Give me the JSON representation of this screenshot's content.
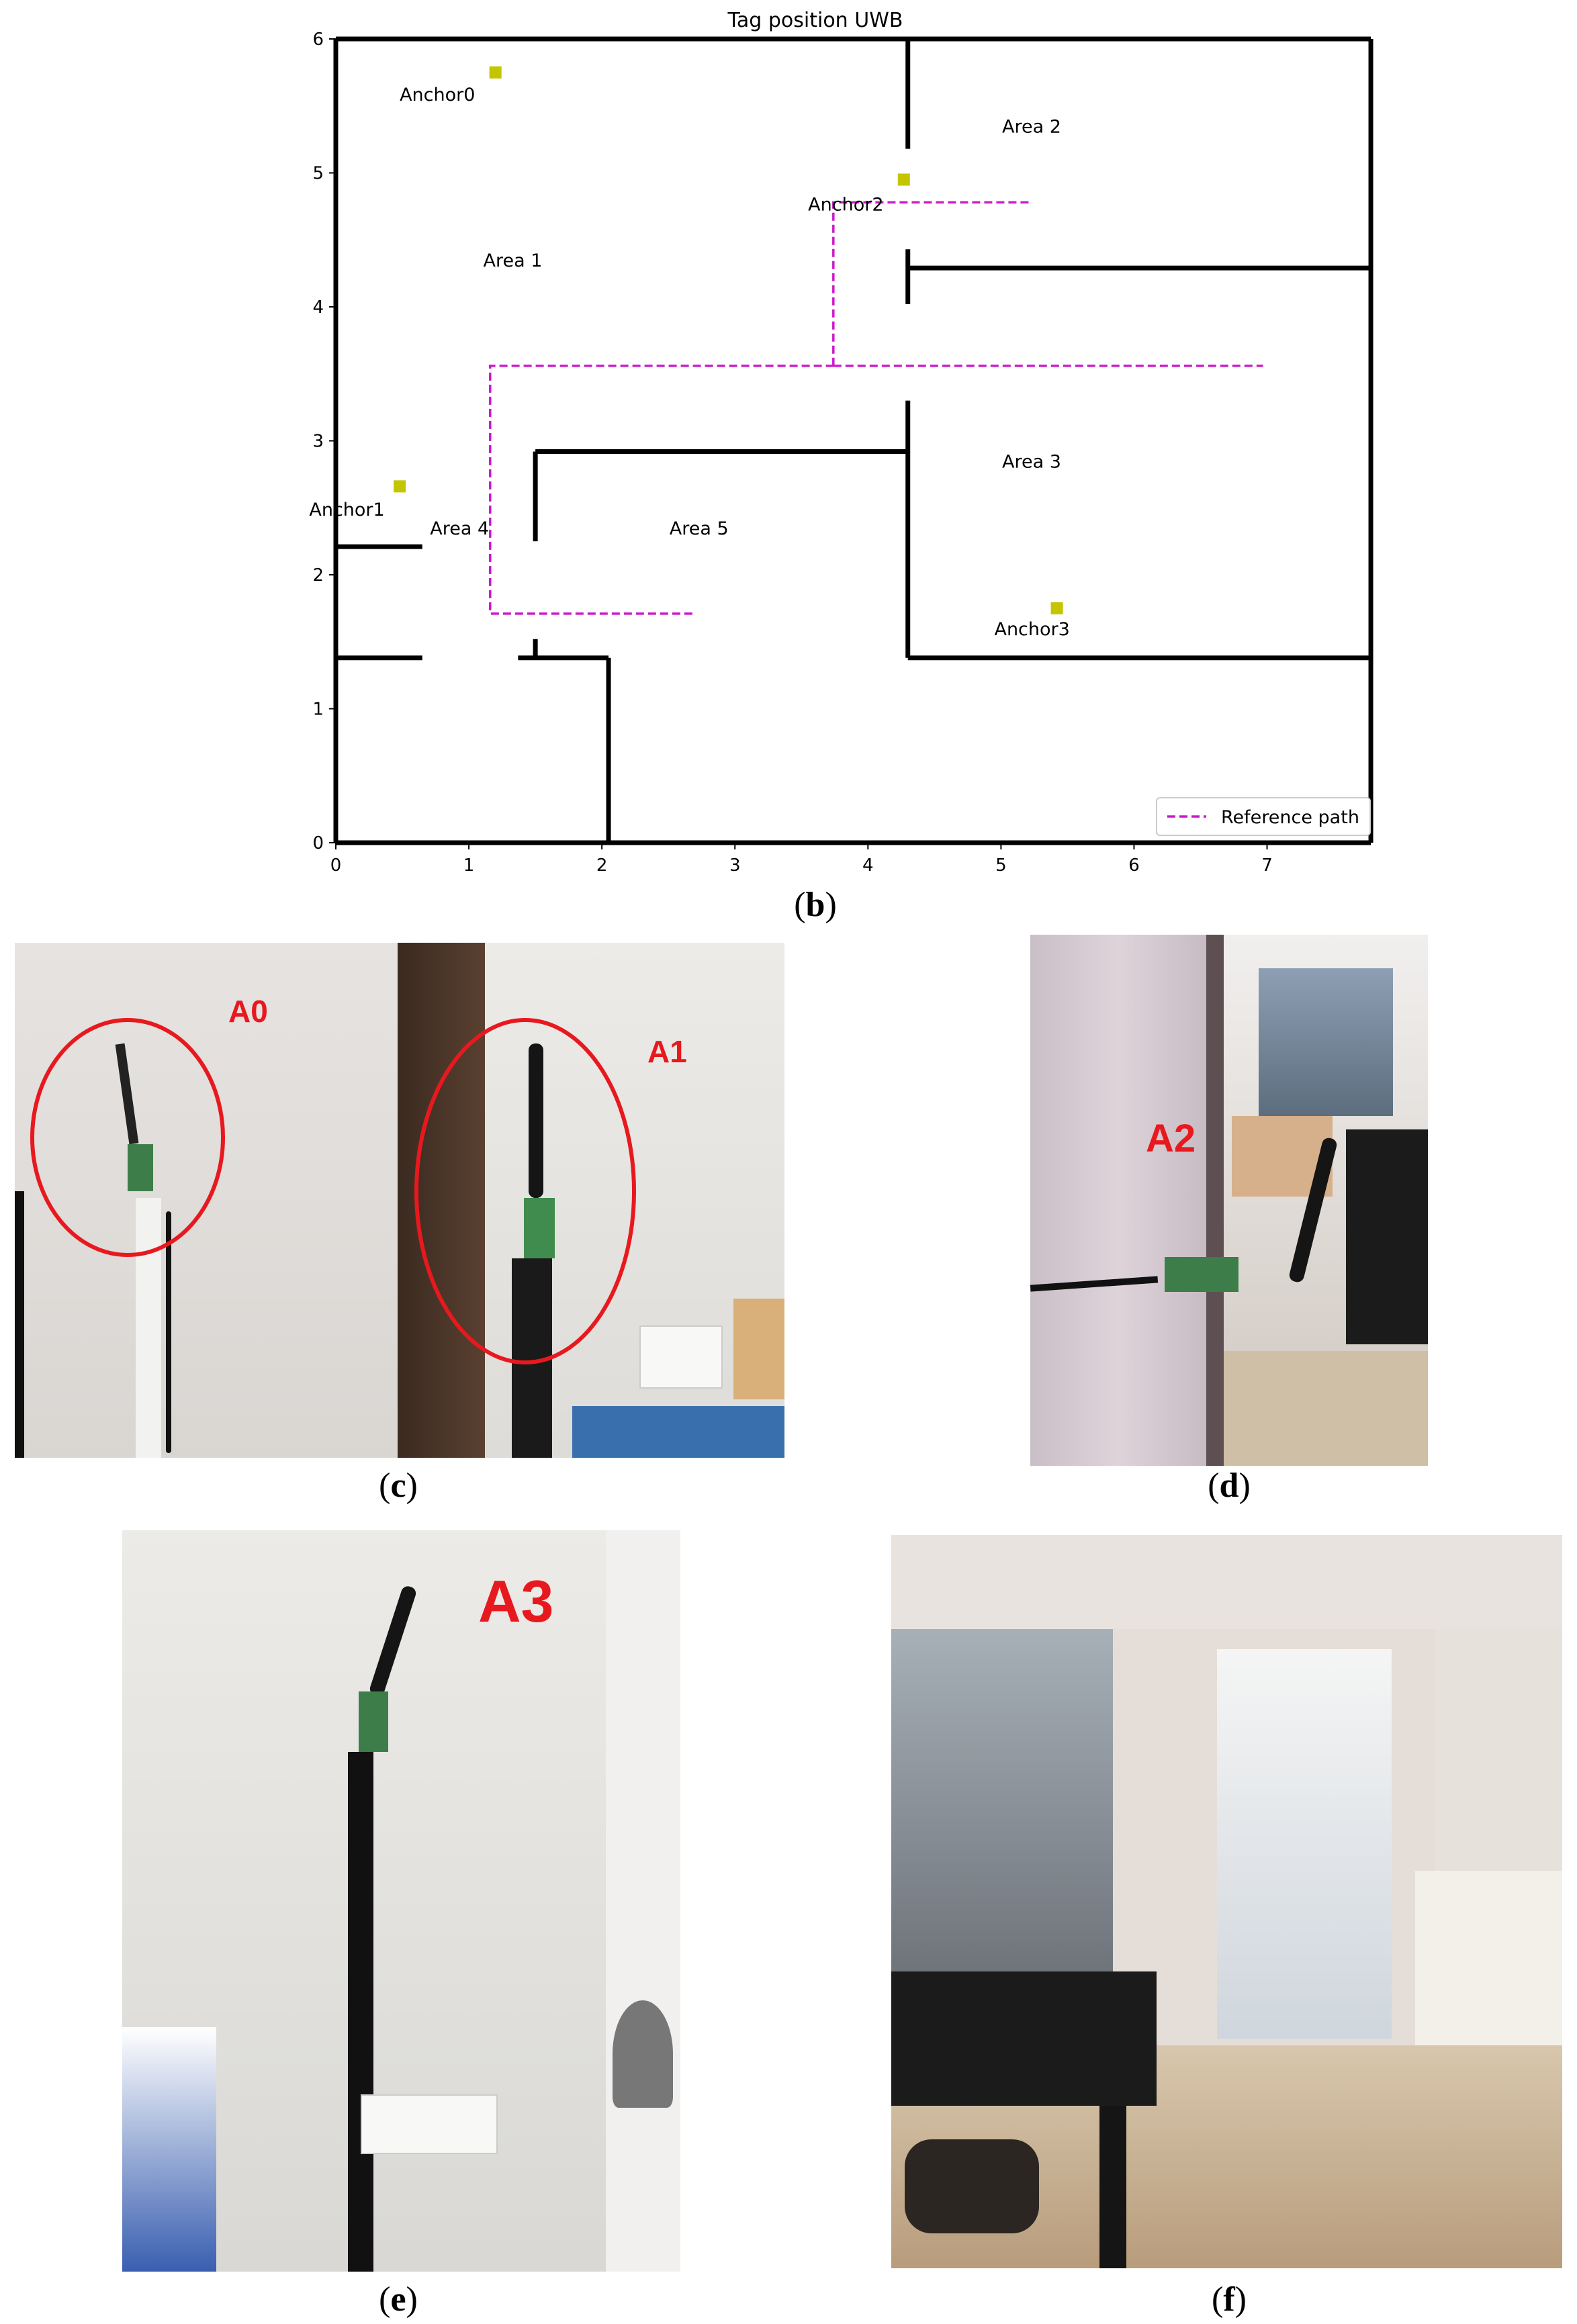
{
  "chart_data": {
    "type": "scatter",
    "title": "Tag position UWB",
    "xlim": [
      0,
      7.8
    ],
    "ylim": [
      0,
      6
    ],
    "xticks": [
      0,
      1,
      2,
      3,
      4,
      5,
      6,
      7
    ],
    "yticks": [
      0,
      1,
      2,
      3,
      4,
      5,
      6
    ],
    "anchors": [
      {
        "name": "Anchor0",
        "x": 1.2,
        "y": 5.75
      },
      {
        "name": "Anchor1",
        "x": 0.48,
        "y": 2.66
      },
      {
        "name": "Anchor2",
        "x": 4.27,
        "y": 4.95
      },
      {
        "name": "Anchor3",
        "x": 5.42,
        "y": 1.75
      }
    ],
    "anchor_label_pos": [
      {
        "x": 0.48,
        "y": 5.59
      },
      {
        "x": -0.2,
        "y": 2.49
      },
      {
        "x": 3.55,
        "y": 4.77
      },
      {
        "x": 4.95,
        "y": 1.6
      }
    ],
    "areas": [
      {
        "label": "Area 1",
        "x": 1.33,
        "y": 4.35
      },
      {
        "label": "Area 2",
        "x": 5.23,
        "y": 5.35
      },
      {
        "label": "Area 3",
        "x": 5.23,
        "y": 2.85
      },
      {
        "label": "Area 4",
        "x": 0.93,
        "y": 2.35
      },
      {
        "label": "Area 5",
        "x": 2.73,
        "y": 2.35
      }
    ],
    "walls": [
      [
        [
          0,
          0
        ],
        [
          0,
          6
        ]
      ],
      [
        [
          0,
          6
        ],
        [
          7.78,
          6
        ]
      ],
      [
        [
          7.78,
          6
        ],
        [
          7.78,
          0
        ]
      ],
      [
        [
          0,
          0
        ],
        [
          7.78,
          0
        ]
      ],
      [
        [
          4.3,
          6
        ],
        [
          4.3,
          5.18
        ]
      ],
      [
        [
          4.3,
          4.43
        ],
        [
          4.3,
          4.02
        ]
      ],
      [
        [
          4.3,
          4.29
        ],
        [
          7.78,
          4.29
        ]
      ],
      [
        [
          4.3,
          3.3
        ],
        [
          4.3,
          1.38
        ]
      ],
      [
        [
          4.3,
          1.38
        ],
        [
          7.78,
          1.38
        ]
      ],
      [
        [
          1.5,
          2.92
        ],
        [
          4.3,
          2.92
        ]
      ],
      [
        [
          1.5,
          2.92
        ],
        [
          1.5,
          2.25
        ]
      ],
      [
        [
          1.5,
          1.52
        ],
        [
          1.5,
          1.38
        ]
      ],
      [
        [
          1.37,
          1.38
        ],
        [
          2.05,
          1.38
        ]
      ],
      [
        [
          2.05,
          1.38
        ],
        [
          2.05,
          0
        ]
      ],
      [
        [
          0,
          2.21
        ],
        [
          0.65,
          2.21
        ]
      ],
      [
        [
          0,
          1.38
        ],
        [
          0.65,
          1.38
        ]
      ]
    ],
    "series": [
      {
        "name": "Reference path",
        "style": "dashed",
        "color": "#cc19cc",
        "x": [
          2.68,
          1.16,
          1.16,
          3.74,
          3.74,
          5.23,
          3.74,
          6.97
        ],
        "y": [
          1.71,
          1.71,
          3.56,
          3.56,
          4.78,
          4.78,
          4.78,
          3.56
        ],
        "segments": [
          [
            [
              2.68,
              1.71
            ],
            [
              1.16,
              1.71
            ],
            [
              1.16,
              3.56
            ],
            [
              3.74,
              3.56
            ]
          ],
          [
            [
              3.74,
              3.56
            ],
            [
              3.74,
              4.78
            ],
            [
              5.23,
              4.78
            ]
          ],
          [
            [
              3.74,
              3.56
            ],
            [
              6.97,
              3.56
            ]
          ]
        ]
      }
    ],
    "legend": {
      "label": "Reference path",
      "placement": "lower-right"
    },
    "anchor_color": "#c4c400",
    "wall_color": "#000000"
  },
  "captions": {
    "b": "b",
    "c": "c",
    "d": "d",
    "e": "e",
    "f": "f"
  },
  "photos": {
    "c_labels": [
      "A0",
      "A1"
    ],
    "d_label": "A2",
    "e_label": "A3"
  },
  "colors": {
    "label_red": "#e8191e",
    "ellipse_red": "#e8191e"
  }
}
